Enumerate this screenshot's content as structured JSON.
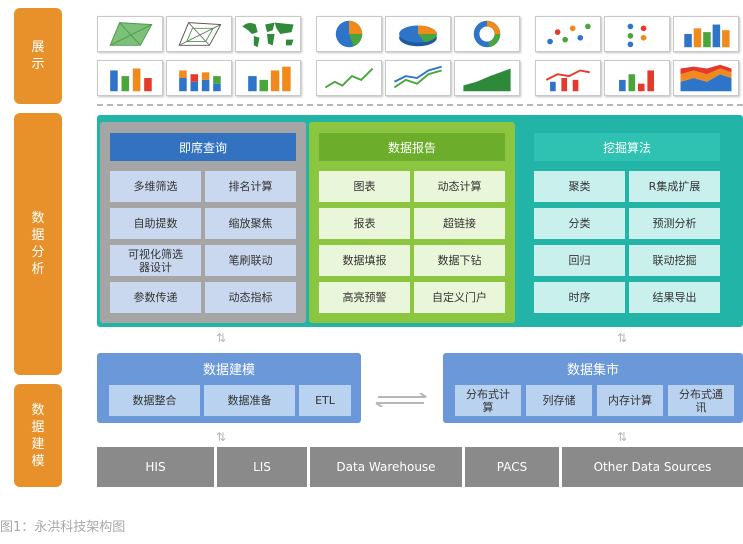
{
  "side_labels": {
    "display": "展示",
    "analysis": "数据分析",
    "modeling": "数据建模"
  },
  "query": {
    "title": "即席查询",
    "items": [
      "多维筛选",
      "排名计算",
      "自助提数",
      "缩放聚焦",
      "可视化筛选器设计",
      "笔刷联动",
      "参数传递",
      "动态指标"
    ]
  },
  "report": {
    "title": "数据报告",
    "items": [
      "图表",
      "动态计算",
      "报表",
      "超链接",
      "数据填报",
      "数据下钻",
      "高亮预警",
      "自定义门户"
    ]
  },
  "mining": {
    "title": "挖掘算法",
    "items": [
      "聚类",
      "R集成扩展",
      "分类",
      "预测分析",
      "回归",
      "联动挖掘",
      "时序",
      "结果导出"
    ]
  },
  "modeling": {
    "title": "数据建模",
    "items": [
      "数据整合",
      "数据准备",
      "ETL"
    ]
  },
  "mart": {
    "title": "数据集市",
    "items": [
      "分布式计算",
      "列存储",
      "内存计算",
      "分布式通讯"
    ]
  },
  "sources": [
    "HIS",
    "LIS",
    "Data Warehouse",
    "PACS",
    "Other Data Sources"
  ],
  "caption": "图1：永洪科技架构图",
  "icons": [
    "radar-icon",
    "radar-outline-icon",
    "world-map-icon",
    "pie-chart-icon",
    "pie-3d-icon",
    "donut-chart-icon",
    "scatter-icon",
    "dot-plot-icon",
    "bar-3d-icon",
    "bar-chart-icon",
    "stacked-bar-icon",
    "bar-3d-multi-icon",
    "line-chart-icon",
    "multi-line-icon",
    "area-chart-icon",
    "line-bar-icon",
    "column-mix-icon",
    "stacked-area-icon"
  ],
  "colors": {
    "orange": "#e8912a",
    "query_panel": "#a6a6a6",
    "query_header": "#3272c0",
    "report_panel": "#8cc640",
    "report_header": "#6cad2c",
    "mining_panel": "#1fb9a8",
    "model_panel": "#6b98d8",
    "source_box": "#8a8a8a"
  }
}
